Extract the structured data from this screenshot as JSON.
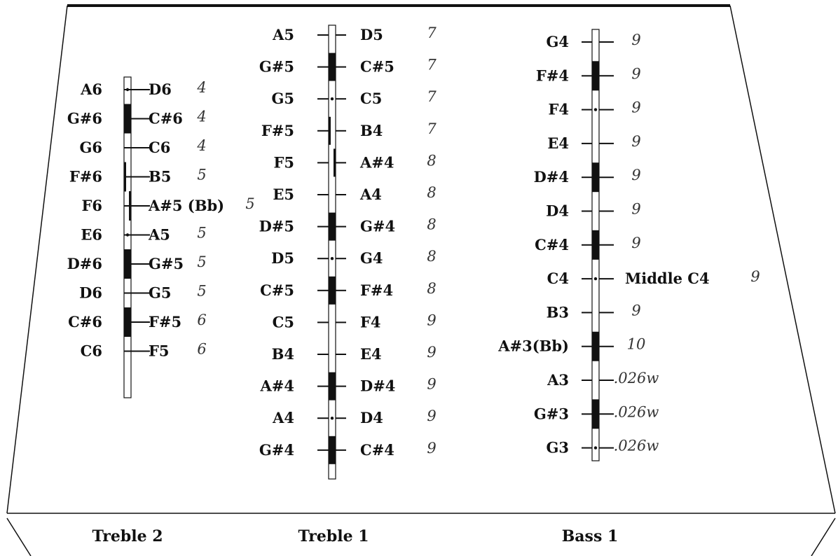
{
  "sections": [
    {
      "name": "Treble 2",
      "notes": [
        {
          "left": "A6",
          "right": "D6",
          "gauge": "4",
          "style": "white-dot"
        },
        {
          "left": "G#6",
          "right": "C#6",
          "gauge": "4",
          "style": "black"
        },
        {
          "left": "G6",
          "right": "C6",
          "gauge": "4",
          "style": "white"
        },
        {
          "left": "F#6",
          "right": "B5",
          "gauge": "5",
          "style": "left-line"
        },
        {
          "left": "F6",
          "right": "A#5 (Bb)",
          "gauge": "5",
          "style": "right-line"
        },
        {
          "left": "E6",
          "right": "A5",
          "gauge": "5",
          "style": "white-dot"
        },
        {
          "left": "D#6",
          "right": "G#5",
          "gauge": "5",
          "style": "black"
        },
        {
          "left": "D6",
          "right": "G5",
          "gauge": "5",
          "style": "white"
        },
        {
          "left": "C#6",
          "right": "F#5",
          "gauge": "6",
          "style": "black"
        },
        {
          "left": "C6",
          "right": "F5",
          "gauge": "6",
          "style": "white"
        }
      ]
    },
    {
      "name": "Treble 1",
      "notes": [
        {
          "left": "A5",
          "right": "D5",
          "gauge": "7",
          "style": "white"
        },
        {
          "left": "G#5",
          "right": "C#5",
          "gauge": "7",
          "style": "black"
        },
        {
          "left": "G5",
          "right": "C5",
          "gauge": "7",
          "style": "white-dot"
        },
        {
          "left": "F#5",
          "right": "B4",
          "gauge": "7",
          "style": "left-line"
        },
        {
          "left": "F5",
          "right": "A#4",
          "gauge": "8",
          "style": "right-line"
        },
        {
          "left": "E5",
          "right": "A4",
          "gauge": "8",
          "style": "white"
        },
        {
          "left": "D#5",
          "right": "G#4",
          "gauge": "8",
          "style": "black"
        },
        {
          "left": "D5",
          "right": "G4",
          "gauge": "8",
          "style": "white-dot"
        },
        {
          "left": "C#5",
          "right": "F#4",
          "gauge": "8",
          "style": "black"
        },
        {
          "left": "C5",
          "right": "F4",
          "gauge": "9",
          "style": "white"
        },
        {
          "left": "B4",
          "right": "E4",
          "gauge": "9",
          "style": "white"
        },
        {
          "left": "A#4",
          "right": "D#4",
          "gauge": "9",
          "style": "black"
        },
        {
          "left": "A4",
          "right": "D4",
          "gauge": "9",
          "style": "white-dot"
        },
        {
          "left": "G#4",
          "right": "C#4",
          "gauge": "9",
          "style": "black"
        }
      ]
    },
    {
      "name": "Bass  1",
      "notes": [
        {
          "left": "G4",
          "right": "",
          "gauge": "9",
          "style": "white"
        },
        {
          "left": "F#4",
          "right": "",
          "gauge": "9",
          "style": "black"
        },
        {
          "left": "F4",
          "right": "",
          "gauge": "9",
          "style": "white-dot"
        },
        {
          "left": "E4",
          "right": "",
          "gauge": "9",
          "style": "white"
        },
        {
          "left": "D#4",
          "right": "",
          "gauge": "9",
          "style": "black"
        },
        {
          "left": "D4",
          "right": "",
          "gauge": "9",
          "style": "white"
        },
        {
          "left": "C#4",
          "right": "",
          "gauge": "9",
          "style": "black"
        },
        {
          "left": "C4",
          "right": "Middle C4",
          "gauge": "9",
          "style": "white-dot"
        },
        {
          "left": "B3",
          "right": "",
          "gauge": "9",
          "style": "white"
        },
        {
          "left": "A#3(Bb)",
          "right": "",
          "gauge": "10",
          "style": "black"
        },
        {
          "left": "A3",
          "right": "",
          "gauge": ".026w",
          "style": "white"
        },
        {
          "left": "G#3",
          "right": "",
          "gauge": ".026w",
          "style": "black"
        },
        {
          "left": "G3",
          "right": "",
          "gauge": ".026w",
          "style": "white-dot"
        }
      ]
    }
  ]
}
